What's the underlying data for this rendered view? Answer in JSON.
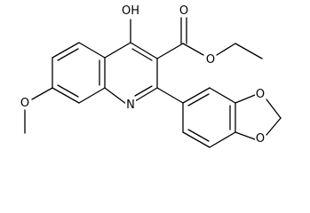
{
  "structure": {
    "atoms": {
      "hydroxyl": "OH",
      "ester_carbonyl_o": "O",
      "ester_o": "O",
      "methoxy_o": "O",
      "ring_n": "N",
      "dioxole_o_top": "O",
      "dioxole_o_bottom": "O"
    }
  }
}
